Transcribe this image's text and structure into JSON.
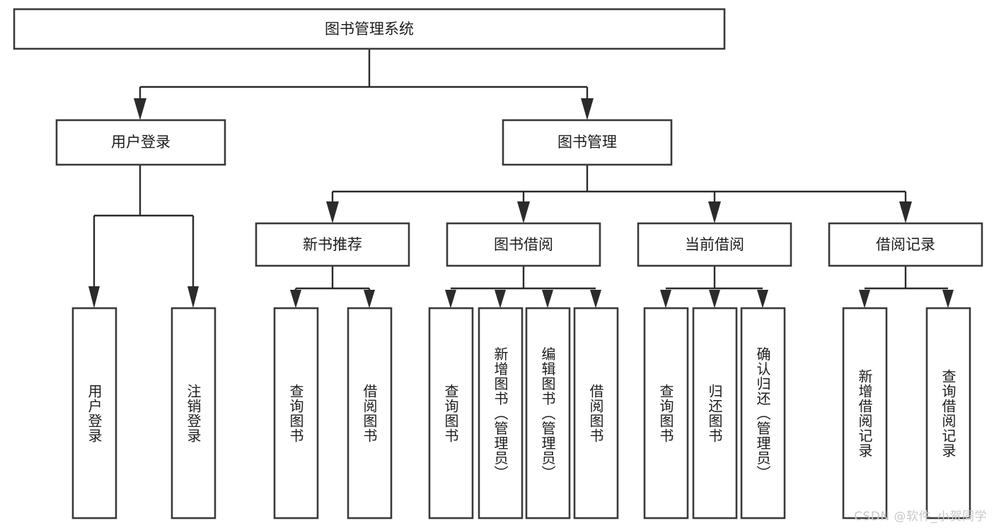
{
  "diagram": {
    "title": "图书管理系统",
    "type": "hierarchy-tree",
    "watermark": "CSDN @软件_小贺同学",
    "root": {
      "label": "图书管理系统"
    },
    "level2": [
      {
        "label": "用户登录"
      },
      {
        "label": "图书管理"
      }
    ],
    "level3": [
      {
        "label": "新书推荐"
      },
      {
        "label": "图书借阅"
      },
      {
        "label": "当前借阅"
      },
      {
        "label": "借阅记录"
      }
    ],
    "leaves": {
      "user_login": [
        {
          "label": "用户登录"
        },
        {
          "label": "注销登录"
        }
      ],
      "new_book_recommend": [
        {
          "label": "查询图书"
        },
        {
          "label": "借阅图书"
        }
      ],
      "book_borrow": [
        {
          "label": "查询图书"
        },
        {
          "label": "新增图书（管理员）"
        },
        {
          "label": "编辑图书（管理员）"
        },
        {
          "label": "借阅图书"
        }
      ],
      "current_borrow": [
        {
          "label": "查询图书"
        },
        {
          "label": "归还图书"
        },
        {
          "label": "确认归还（管理员）"
        }
      ],
      "borrow_record": [
        {
          "label": "新增借阅记录"
        },
        {
          "label": "查询借阅记录"
        }
      ]
    },
    "colors": {
      "box_border": "#3a3a3a",
      "connector": "#2b2b2b",
      "background": "#ffffff",
      "text": "#1d1d1d",
      "watermark": "#c9c9c9"
    }
  }
}
